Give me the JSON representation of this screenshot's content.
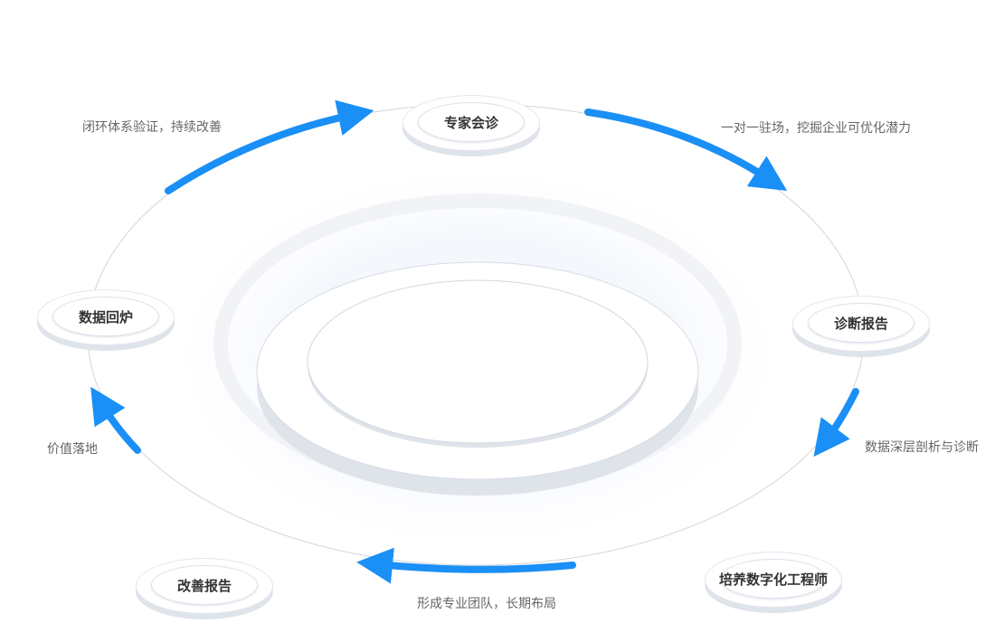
{
  "nodes": [
    "专家会诊",
    "诊断报告",
    "培养数字化工程师",
    "改善报告",
    "数据回炉"
  ],
  "captions": [
    "一对一驻场，挖掘企业可优化潜力",
    "数据深层剖析与诊断",
    "形成专业团队，长期布局",
    "价值落地",
    "闭环体系验证，持续改善"
  ],
  "colors": {
    "arrow": "#1a8ff5",
    "ring": "#f1f3f6",
    "disc_side": "#dfe3ea"
  }
}
